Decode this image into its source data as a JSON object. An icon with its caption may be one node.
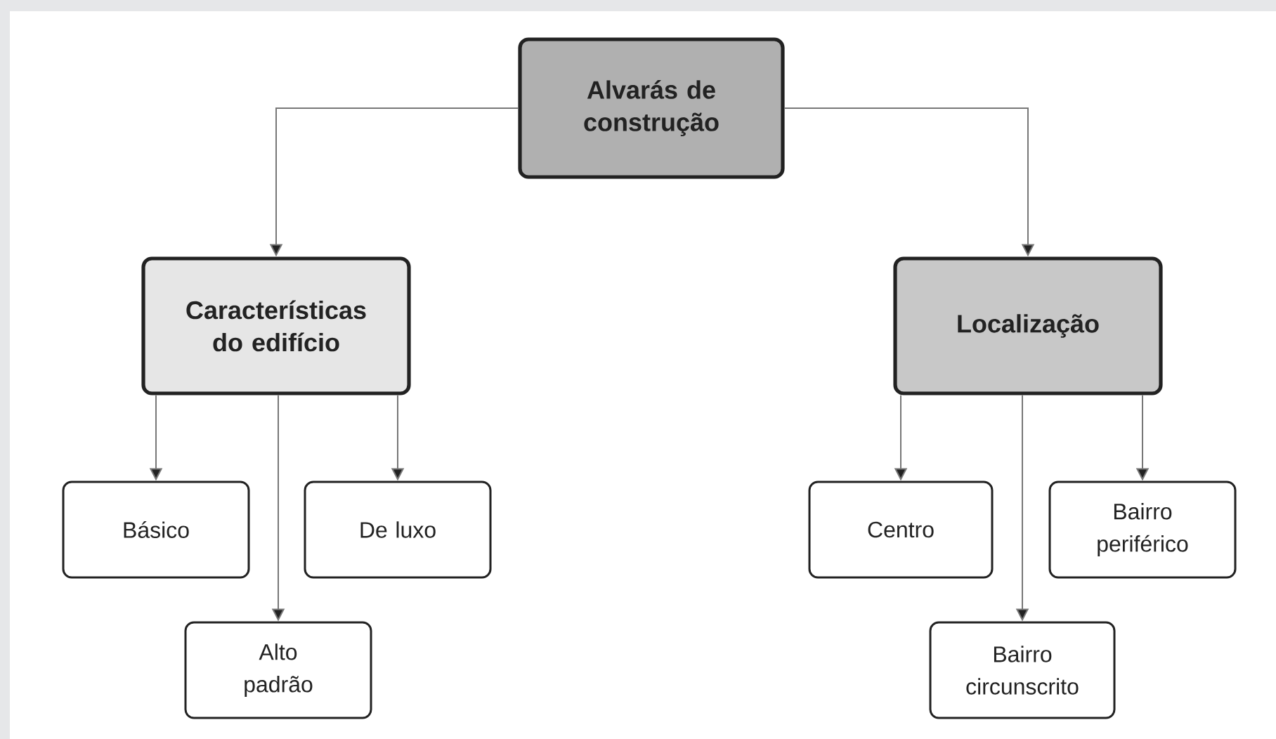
{
  "diagram": {
    "nodes": [
      {
        "text": [
          "Alvarás de construção"
        ]
      },
      {
        "text": [
          "Características do edifício"
        ]
      },
      {
        "text": [
          "Localização"
        ]
      },
      {
        "text": [
          "Básico"
        ]
      },
      {
        "text": [
          "De luxo"
        ]
      },
      {
        "text": [
          "Alto padrão"
        ]
      },
      {
        "text": [
          "Centro"
        ]
      },
      {
        "text": [
          "Bairro periférico"
        ]
      },
      {
        "text": [
          "Bairro circunscrito"
        ]
      }
    ],
    "edges": [
      {
        "from": 0,
        "to": 1,
        "arrow": "to"
      },
      {
        "from": 0,
        "to": 2,
        "arrow": "to"
      },
      {
        "from": 1,
        "to": 3,
        "arrow": "to"
      },
      {
        "from": 1,
        "to": 5,
        "arrow": "to"
      },
      {
        "from": 1,
        "to": 4,
        "arrow": "to"
      },
      {
        "from": 2,
        "to": 6,
        "arrow": "to"
      },
      {
        "from": 2,
        "to": 8,
        "arrow": "to"
      },
      {
        "from": 2,
        "to": 7,
        "arrow": "to"
      }
    ]
  }
}
